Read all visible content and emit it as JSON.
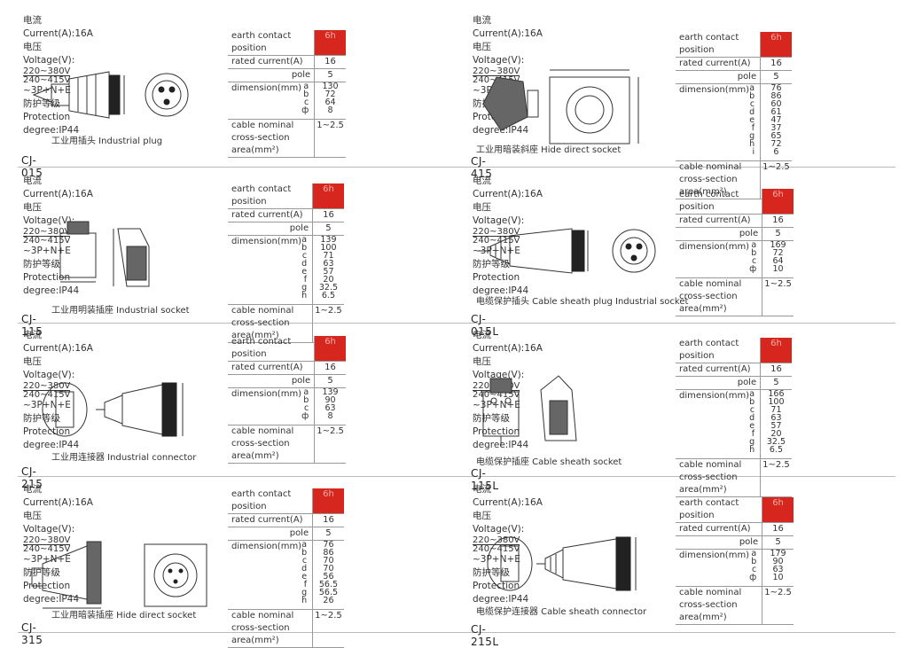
{
  "common": {
    "current": "电流 Current(A):16A",
    "voltage_prefix": "电压 Voltage(V):",
    "voltage_top": "220~380V",
    "voltage_bottom": "240~415V",
    "voltage_suffix": "~3P+N+E",
    "protection": "防护等级 Protection degree:IP44",
    "row_earth": "earth contact position",
    "row_rated": "rated current(A)",
    "row_pole": "pole",
    "row_dim": "dimension(mm)",
    "row_cable": "cable nominal cross-section area(mm²)",
    "earth_value": "6h",
    "rated_value": "16",
    "pole_value": "5",
    "cable_value": "1~2.5"
  },
  "products": [
    {
      "model": "CJ-015",
      "caption": "工业用插头 Industrial plug",
      "dim_letters": [
        "a",
        "b",
        "c",
        "ф"
      ],
      "dim_values": [
        "130",
        "72",
        "64",
        "8"
      ]
    },
    {
      "model": "CJ-415",
      "caption": "工业用暗装斜座 Hide direct socket",
      "dim_letters": [
        "a",
        "b",
        "c",
        "d",
        "e",
        "f",
        "g",
        "h",
        "i"
      ],
      "dim_values": [
        "76",
        "86",
        "60",
        "61",
        "47",
        "37",
        "65",
        "72",
        "6"
      ]
    },
    {
      "model": "CJ-115",
      "caption": "工业用明装插座 Industrial socket",
      "dim_letters": [
        "a",
        "b",
        "c",
        "d",
        "e",
        "f",
        "g",
        "h"
      ],
      "dim_values": [
        "139",
        "100",
        "71",
        "63",
        "57",
        "20",
        "32.5",
        "6.5"
      ]
    },
    {
      "model": "CJ-015L",
      "caption": "电缆保护插头 Cable sheath plug Industrial socket",
      "dim_letters": [
        "a",
        "b",
        "c",
        "ф"
      ],
      "dim_values": [
        "169",
        "72",
        "64",
        "10"
      ]
    },
    {
      "model": "CJ-215",
      "caption": "工业用连接器 Industrial connector",
      "dim_letters": [
        "a",
        "b",
        "c",
        "ф"
      ],
      "dim_values": [
        "139",
        "90",
        "63",
        "8"
      ]
    },
    {
      "model": "CJ-115L",
      "caption": "电缆保护插座 Cable sheath socket",
      "dim_letters": [
        "a",
        "b",
        "c",
        "d",
        "e",
        "f",
        "g",
        "h"
      ],
      "dim_values": [
        "166",
        "100",
        "71",
        "63",
        "57",
        "20",
        "32.5",
        "6.5"
      ]
    },
    {
      "model": "CJ-315",
      "caption": "工业用暗装插座 Hide direct socket",
      "dim_letters": [
        "a",
        "b",
        "c",
        "d",
        "e",
        "f",
        "g",
        "h"
      ],
      "dim_values": [
        "76",
        "86",
        "70",
        "70",
        "56",
        "56.5",
        "56.5",
        "26"
      ]
    },
    {
      "model": "CJ-215L",
      "caption": "电缆保护连接器 Cable sheath connector",
      "dim_letters": [
        "a",
        "b",
        "c",
        "ф"
      ],
      "dim_values": [
        "179",
        "90",
        "63",
        "10"
      ]
    }
  ]
}
